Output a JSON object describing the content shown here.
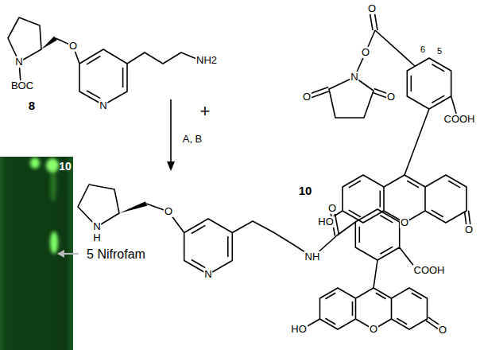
{
  "diagram": {
    "labels": [
      "N",
      "BOC",
      "8",
      "O",
      "N",
      "NH2",
      "+",
      "O",
      "O",
      "N",
      "O",
      "O",
      "5",
      "6",
      "COOH",
      "10",
      "HO",
      "O",
      "O",
      "A, B",
      "10",
      "N",
      "H",
      "O",
      "N",
      "NH",
      "O",
      "COOH",
      "5 Nifrofam",
      "HO",
      "O",
      "O"
    ]
  }
}
